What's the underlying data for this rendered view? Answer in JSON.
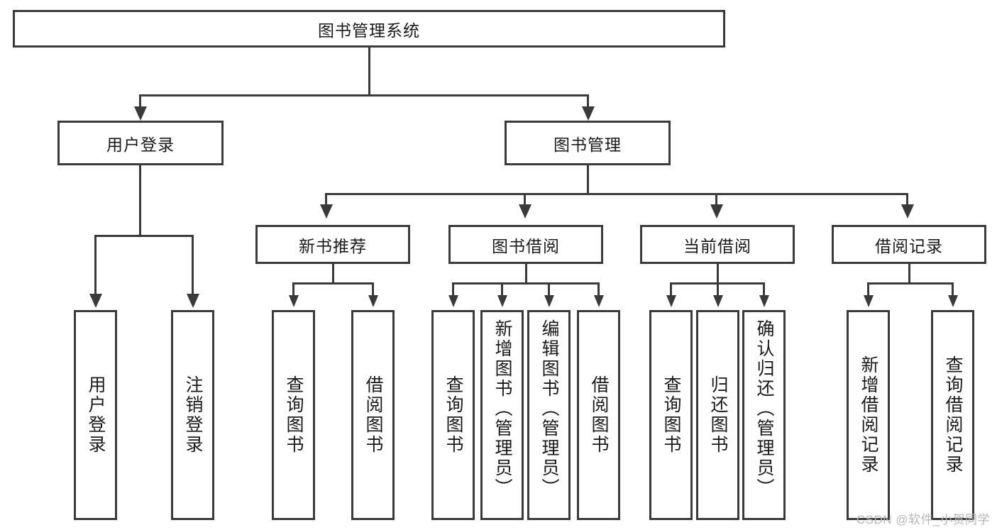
{
  "diagram": {
    "title": "图书管理系统",
    "root": {
      "label": "图书管理系统"
    },
    "level2": [
      {
        "label": "用户登录"
      },
      {
        "label": "图书管理"
      }
    ],
    "level3": [
      {
        "label": "新书推荐"
      },
      {
        "label": "图书借阅"
      },
      {
        "label": "当前借阅"
      },
      {
        "label": "借阅记录"
      }
    ],
    "leaves": {
      "user_login": [
        {
          "label": "用户登录"
        },
        {
          "label": "注销登录"
        }
      ],
      "new_book_recommend": [
        {
          "label": "查询图书"
        },
        {
          "label": "借阅图书"
        }
      ],
      "book_borrow": [
        {
          "label": "查询图书"
        },
        {
          "label": "新增图书（管理员）"
        },
        {
          "label": "编辑图书（管理员）"
        },
        {
          "label": "借阅图书"
        }
      ],
      "current_borrow": [
        {
          "label": "查询图书"
        },
        {
          "label": "归还图书"
        },
        {
          "label": "确认归还（管理员）"
        }
      ],
      "borrow_record": [
        {
          "label": "新增借阅记录"
        },
        {
          "label": "查询借阅记录"
        }
      ]
    }
  },
  "watermark": {
    "text": "CSDN @软件_小贺同学"
  },
  "colors": {
    "stroke": "#3a3a3a",
    "text": "#1a1a1a",
    "background": "#ffffff",
    "watermark": "#b7b7b7"
  }
}
